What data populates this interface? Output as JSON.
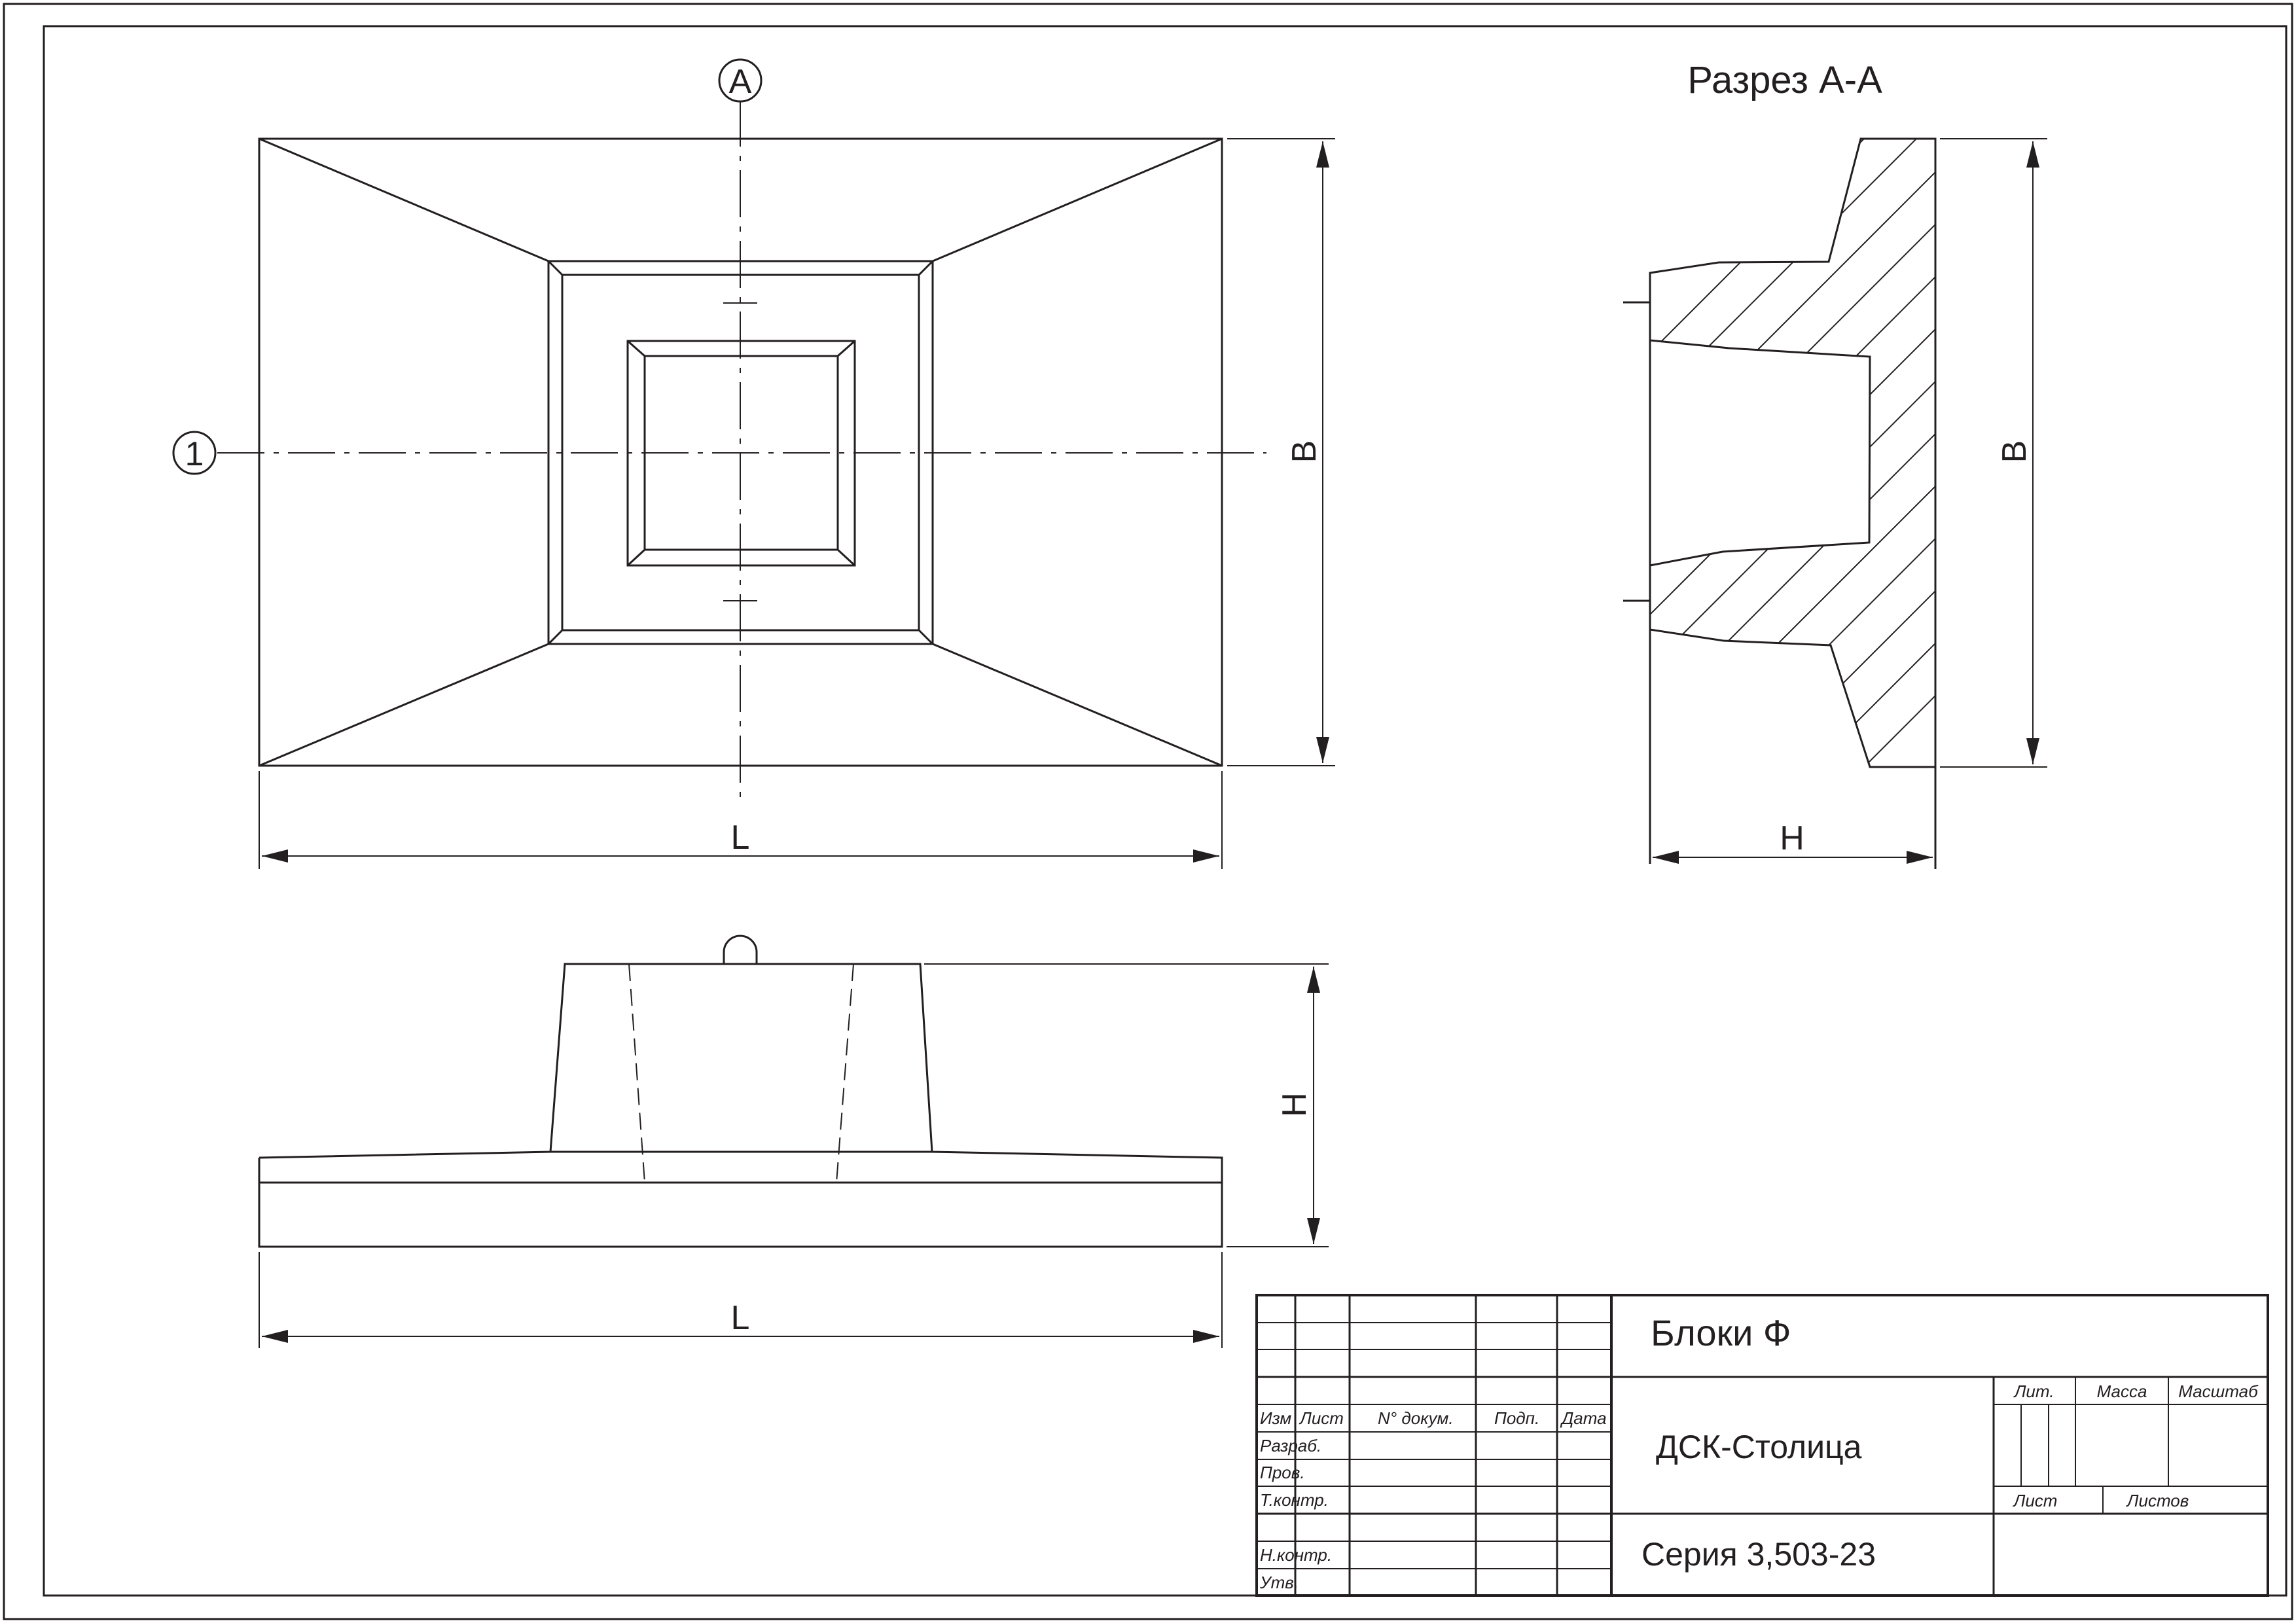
{
  "views": {
    "section_title": "Разрез А-А",
    "axis_marks": {
      "section_axis": "А",
      "row_axis": "1"
    },
    "dimensions": {
      "plan_length": "L",
      "plan_width": "B",
      "section_width": "B",
      "section_height": "H",
      "elevation_height": "H",
      "elevation_length": "L"
    }
  },
  "title_block": {
    "name": "Блоки Ф",
    "organization": "ДСК-Столица",
    "series": "Серия 3,503-23",
    "columns": {
      "change": "Изм",
      "sheet": "Лист",
      "doc_number": "N° докум.",
      "signature": "Подп.",
      "date": "Дата"
    },
    "rows": {
      "developed": "Разраб.",
      "checked": "Пров.",
      "tech_control": "Т.контр.",
      "norm_control": "Н.контр.",
      "approved": "Утв."
    },
    "stamp": {
      "letter": "Лит.",
      "mass": "Масса",
      "scale": "Масштаб",
      "sheet": "Лист",
      "sheets": "Листов"
    }
  }
}
